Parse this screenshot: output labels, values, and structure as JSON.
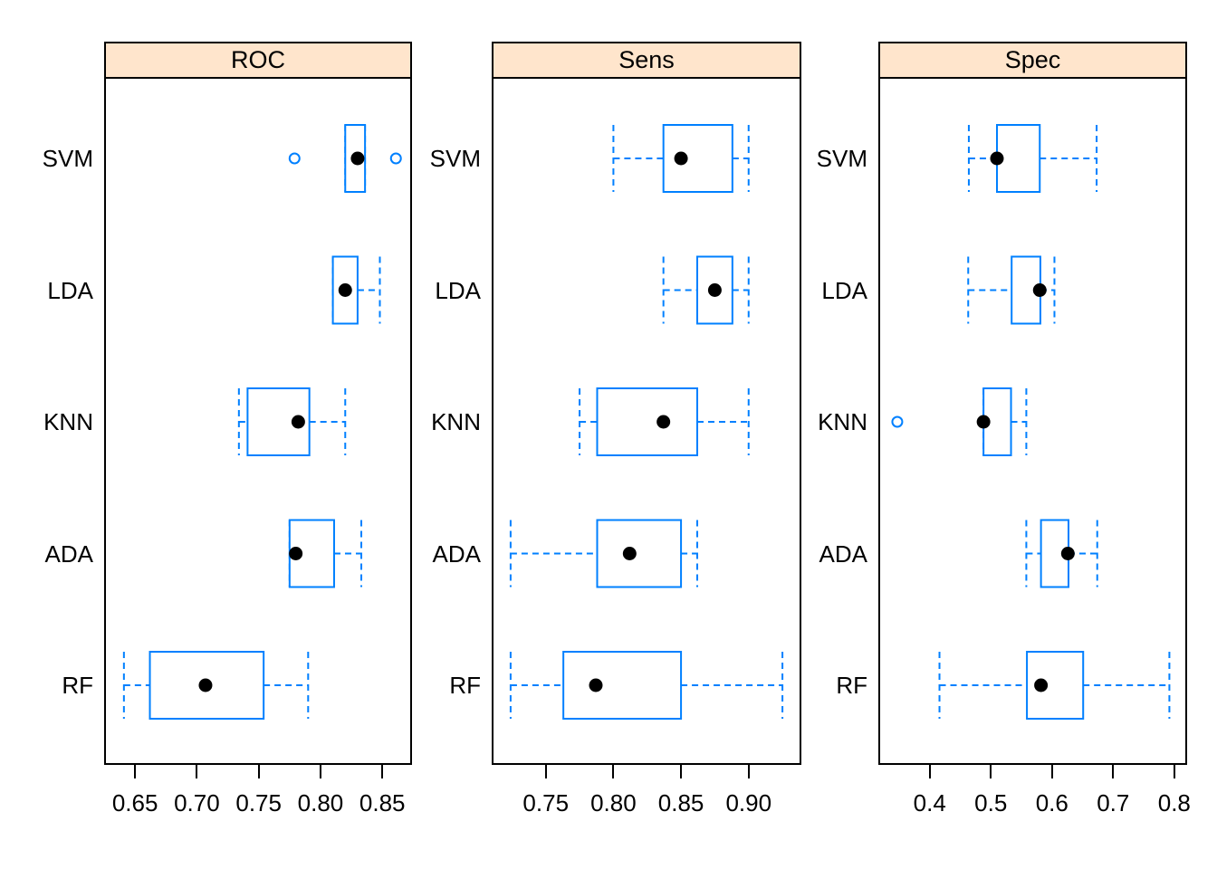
{
  "figure": {
    "background": "#FFFFFF",
    "kind": "lattice horizontal box-and-whisker resampling plot"
  },
  "chart_data": {
    "type": "boxplot",
    "orientation": "horizontal",
    "categories_top_to_bottom": [
      "SVM",
      "LDA",
      "KNN",
      "ADA",
      "RF"
    ],
    "colors": {
      "box_stroke": "#0080FF",
      "median_dot": "#000000",
      "outlier_stroke": "#0080FF",
      "strip_bg": "#FFE5CC",
      "panel_border": "#000000",
      "text": "#000000"
    },
    "panels": [
      {
        "title": "ROC",
        "xlim": [
          0.625,
          0.874
        ],
        "ticks": [
          0.65,
          0.7,
          0.75,
          0.8,
          0.85
        ],
        "tick_labels": [
          "0.65",
          "0.70",
          "0.75",
          "0.80",
          "0.85"
        ],
        "boxes": [
          {
            "model": "SVM",
            "whisker_lo": 0.82,
            "q1": 0.82,
            "median": 0.83,
            "q3": 0.836,
            "whisker_hi": 0.836,
            "outliers": [
              0.779,
              0.861
            ]
          },
          {
            "model": "LDA",
            "whisker_lo": 0.81,
            "q1": 0.81,
            "median": 0.82,
            "q3": 0.83,
            "whisker_hi": 0.848,
            "outliers": []
          },
          {
            "model": "KNN",
            "whisker_lo": 0.734,
            "q1": 0.741,
            "median": 0.782,
            "q3": 0.791,
            "whisker_hi": 0.82,
            "outliers": []
          },
          {
            "model": "ADA",
            "whisker_lo": 0.775,
            "q1": 0.775,
            "median": 0.78,
            "q3": 0.811,
            "whisker_hi": 0.833,
            "outliers": []
          },
          {
            "model": "RF",
            "whisker_lo": 0.641,
            "q1": 0.662,
            "median": 0.707,
            "q3": 0.754,
            "whisker_hi": 0.79,
            "outliers": []
          }
        ]
      },
      {
        "title": "Sens",
        "xlim": [
          0.71,
          0.939
        ],
        "ticks": [
          0.75,
          0.8,
          0.85,
          0.9
        ],
        "tick_labels": [
          "0.75",
          "0.80",
          "0.85",
          "0.90"
        ],
        "boxes": [
          {
            "model": "SVM",
            "whisker_lo": 0.8,
            "q1": 0.837,
            "median": 0.85,
            "q3": 0.888,
            "whisker_hi": 0.9,
            "outliers": []
          },
          {
            "model": "LDA",
            "whisker_lo": 0.837,
            "q1": 0.862,
            "median": 0.875,
            "q3": 0.888,
            "whisker_hi": 0.9,
            "outliers": []
          },
          {
            "model": "KNN",
            "whisker_lo": 0.775,
            "q1": 0.788,
            "median": 0.837,
            "q3": 0.862,
            "whisker_hi": 0.9,
            "outliers": []
          },
          {
            "model": "ADA",
            "whisker_lo": 0.724,
            "q1": 0.788,
            "median": 0.812,
            "q3": 0.85,
            "whisker_hi": 0.862,
            "outliers": []
          },
          {
            "model": "RF",
            "whisker_lo": 0.724,
            "q1": 0.763,
            "median": 0.787,
            "q3": 0.85,
            "whisker_hi": 0.925,
            "outliers": []
          }
        ]
      },
      {
        "title": "Spec",
        "xlim": [
          0.316,
          0.821
        ],
        "ticks": [
          0.4,
          0.5,
          0.6,
          0.7,
          0.8
        ],
        "tick_labels": [
          "0.4",
          "0.5",
          "0.6",
          "0.7",
          "0.8"
        ],
        "boxes": [
          {
            "model": "SVM",
            "whisker_lo": 0.464,
            "q1": 0.51,
            "median": 0.51,
            "q3": 0.58,
            "whisker_hi": 0.673,
            "outliers": []
          },
          {
            "model": "LDA",
            "whisker_lo": 0.463,
            "q1": 0.534,
            "median": 0.58,
            "q3": 0.581,
            "whisker_hi": 0.604,
            "outliers": []
          },
          {
            "model": "KNN",
            "whisker_lo": 0.488,
            "q1": 0.488,
            "median": 0.488,
            "q3": 0.533,
            "whisker_hi": 0.558,
            "outliers": [
              0.347
            ]
          },
          {
            "model": "ADA",
            "whisker_lo": 0.558,
            "q1": 0.582,
            "median": 0.626,
            "q3": 0.627,
            "whisker_hi": 0.674,
            "outliers": []
          },
          {
            "model": "RF",
            "whisker_lo": 0.416,
            "q1": 0.559,
            "median": 0.582,
            "q3": 0.651,
            "whisker_hi": 0.792,
            "outliers": []
          }
        ]
      }
    ]
  }
}
